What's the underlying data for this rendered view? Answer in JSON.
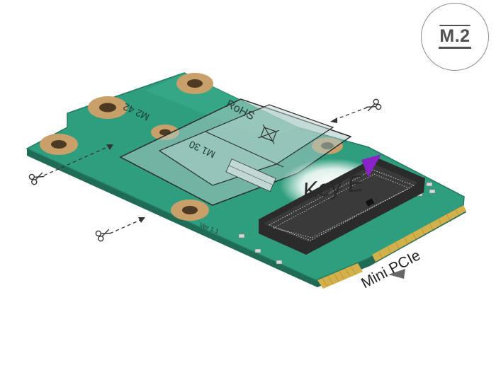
{
  "badge": {
    "label": "M.2"
  },
  "labels": {
    "key": "Key E",
    "interface": "Mini PCIe",
    "rohs": "RoHS",
    "slot_m2_42": "M2 42",
    "slot_m1_30": "M1 30",
    "version": "Ver 1.1"
  },
  "colors": {
    "pcb": "#2f9e7e",
    "pcb_dark": "#247a62",
    "pad": "#c9a06a",
    "gold_contacts": "#d4b04a",
    "key_marker": "#8a22c8",
    "connector": "#2b2b2b"
  },
  "icons": [
    "scissors-icon",
    "triangle-marker-icon"
  ]
}
